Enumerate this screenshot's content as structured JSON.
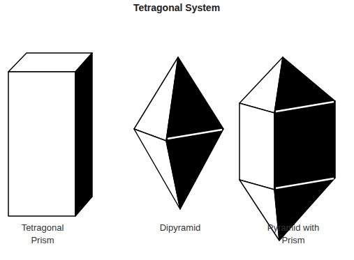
{
  "diagram": {
    "title": "Tetragonal System",
    "labels": [
      "Tetragonal Prism",
      "Dipyramid",
      "Pyramid with Prism"
    ]
  }
}
